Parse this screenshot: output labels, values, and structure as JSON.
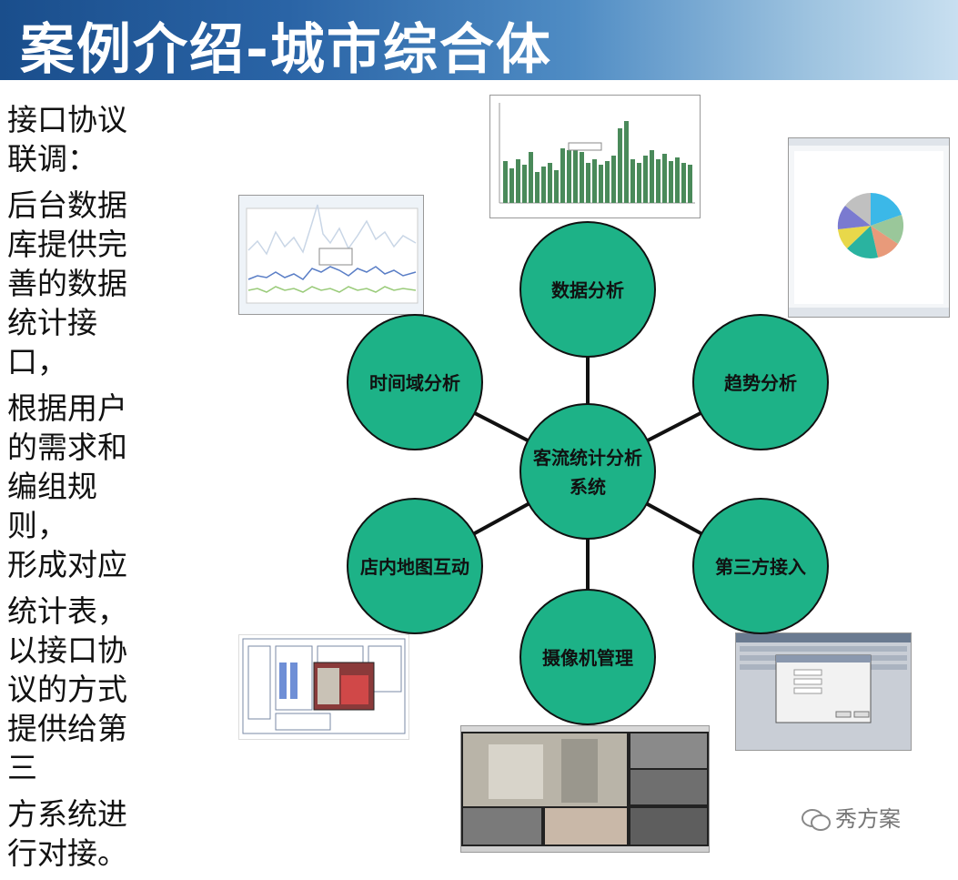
{
  "title": "案例介绍-城市综合体",
  "left_text": [
    "接口协议\n联调：",
    "后台数据\n库提供完\n善的数据\n统计接口，",
    "根据用户\n的需求和\n编组规则，\n形成对应",
    "统计表，\n以接口协\n议的方式\n提供给第\n三",
    "方系统进\n行对接。"
  ],
  "diagram": {
    "center": [
      "客流统计分析",
      "系统"
    ],
    "nodes": [
      "数据分析",
      "趋势分析",
      "第三方接入",
      "摄像机管理",
      "店内地图互动",
      "时间域分析"
    ],
    "node_color": "#1db287",
    "line_color": "#111111"
  },
  "watermark": "秀方案"
}
